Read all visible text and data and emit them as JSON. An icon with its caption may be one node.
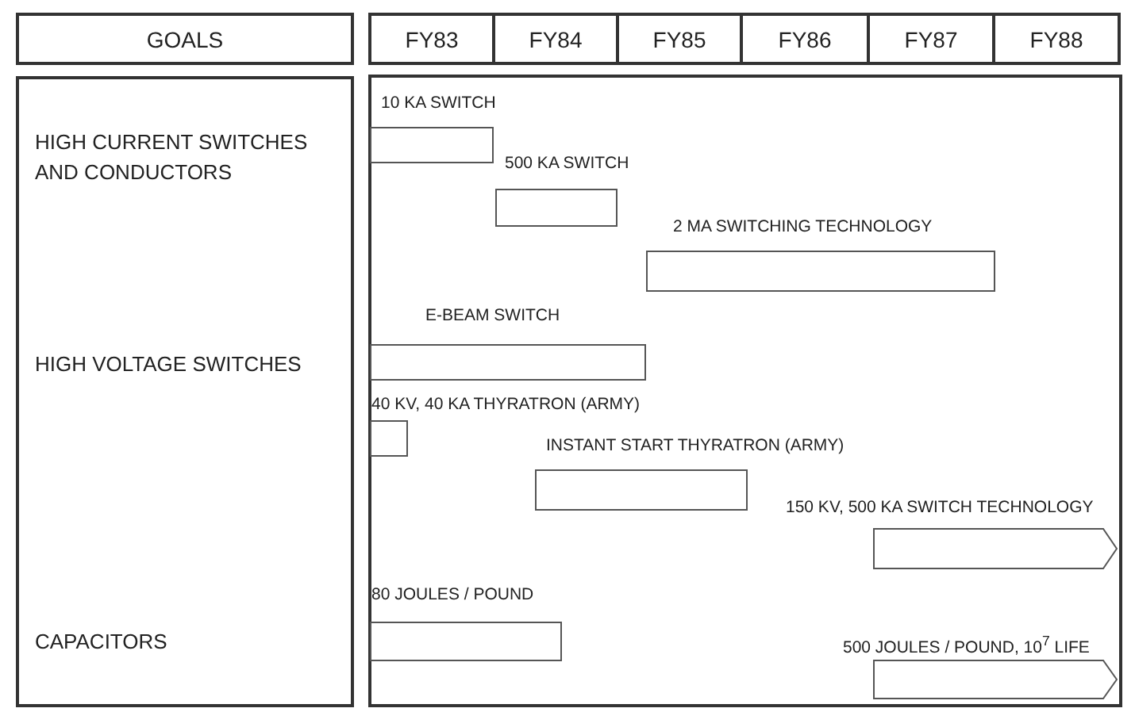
{
  "diagram": {
    "nodes": [
      {
        "text": [
          "GOALS"
        ]
      },
      {
        "text": [
          "FY83"
        ]
      },
      {
        "text": [
          "FY84"
        ]
      },
      {
        "text": [
          "FY85"
        ]
      },
      {
        "text": [
          "FY86"
        ]
      },
      {
        "text": [
          "FY87"
        ]
      },
      {
        "text": [
          "FY88"
        ]
      },
      {
        "text": [
          "HIGH CURRENT SWITCHES AND CONDUCTORS",
          "HIGH VOLTAGE SWITCHES",
          "CAPACITORS"
        ]
      },
      {
        "text": [],
        "shape": "box"
      },
      {
        "text": [],
        "shape": "bar",
        "in": 8,
        "beside": [
          "10 KA SWITCH"
        ]
      },
      {
        "text": [],
        "shape": "bar",
        "in": 8,
        "beside": [
          "500 KA SWITCH"
        ]
      },
      {
        "text": [],
        "shape": "bar",
        "in": 8,
        "beside": [
          "2 MA SWITCHING TECHNOLOGY"
        ]
      },
      {
        "text": [],
        "shape": "bar",
        "in": 8,
        "beside": [
          "E-BEAM SWITCH"
        ]
      },
      {
        "text": [],
        "shape": "bar",
        "in": 8,
        "beside": [
          "40 KV, 40 KA THYRATRON (ARMY)"
        ]
      },
      {
        "text": [],
        "shape": "bar",
        "in": 8,
        "beside": [
          "INSTANT START THYRATRON (ARMY)"
        ]
      },
      {
        "text": [],
        "shape": "arrow",
        "in": 8,
        "beside": [
          "150 KV, 500 KA SWITCH TECHNOLOGY"
        ]
      },
      {
        "text": [],
        "shape": "bar",
        "in": 8,
        "beside": [
          "80 JOULES / POUND"
        ]
      },
      {
        "text": [],
        "shape": "arrow",
        "in": 8,
        "beside": [
          "500 JOULES / POUND, 10$^{7}$ LIFE"
        ]
      }
    ]
  }
}
